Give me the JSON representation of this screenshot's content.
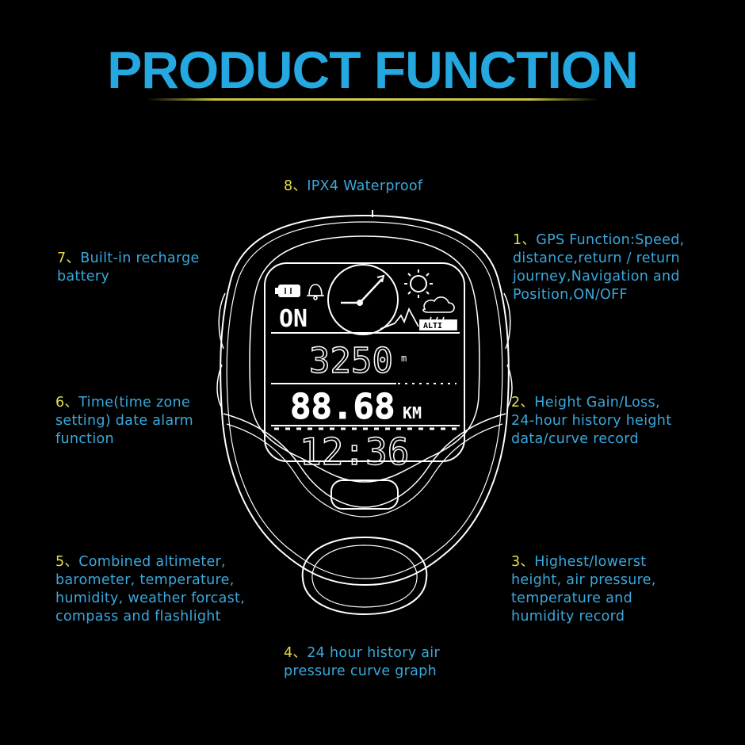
{
  "colors": {
    "accent": "#25a8e0",
    "text": "#3aa8dc",
    "num": "#e6de4a",
    "line": "#ffffff",
    "background": "#000000"
  },
  "title": "PRODUCT FUNCTION",
  "features": [
    {
      "num": "1、",
      "text": "GPS Function:Speed, distance,return / return journey,Navigation and Position,ON/OFF",
      "lines": [
        "GPS Function:Speed,",
        "distance,return / return",
        "journey,Navigation and",
        "Position,ON/OFF"
      ]
    },
    {
      "num": "2、",
      "lines": [
        "Height Gain/Loss,",
        "24-hour history height",
        "data/curve record"
      ]
    },
    {
      "num": "3、",
      "lines": [
        "Highest/lowerst",
        "height, air pressure,",
        "temperature and",
        "humidity record"
      ]
    },
    {
      "num": "4、",
      "lines": [
        "24 hour history air",
        "pressure curve graph"
      ]
    },
    {
      "num": "5、",
      "lines": [
        "Combined altimeter,",
        "barometer, temperature,",
        "humidity, weather forcast,",
        "compass and flashlight"
      ]
    },
    {
      "num": "6、",
      "lines": [
        "Time(time zone",
        "setting) date alarm",
        "function"
      ]
    },
    {
      "num": "7、",
      "lines": [
        "Built-in recharge",
        "battery"
      ]
    },
    {
      "num": "8、",
      "lines": [
        "IPX4 Waterproof"
      ]
    }
  ],
  "display": {
    "status": "ON",
    "altitude": "3250",
    "altitude_unit": "m",
    "distance": "88.68",
    "distance_unit": "KM",
    "time": "12:36",
    "altitude_badge": "ALTI"
  }
}
